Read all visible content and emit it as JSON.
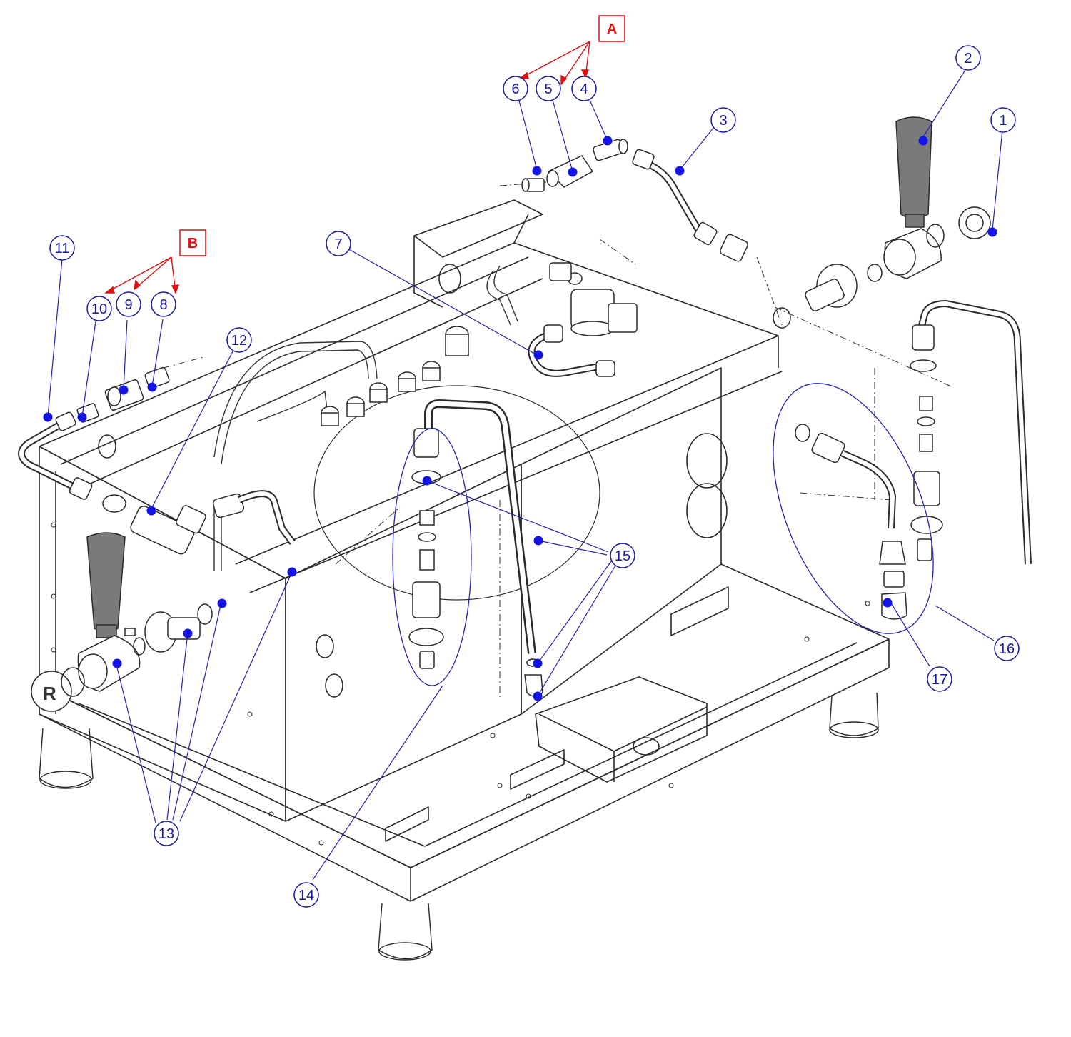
{
  "diagram": {
    "colors": {
      "line": "#2a2a2a",
      "leader": "#2323b0",
      "balloon": "#1a1aa0",
      "dot": "#1414e6",
      "group_box": "#e01010",
      "part_fill": "#7a7a7a"
    },
    "group_labels": [
      {
        "id": "A",
        "label": "A"
      },
      {
        "id": "B",
        "label": "B"
      }
    ],
    "callouts": [
      {
        "id": "1",
        "label": "1"
      },
      {
        "id": "2",
        "label": "2"
      },
      {
        "id": "3",
        "label": "3"
      },
      {
        "id": "4",
        "label": "4"
      },
      {
        "id": "5",
        "label": "5"
      },
      {
        "id": "6",
        "label": "6"
      },
      {
        "id": "7",
        "label": "7"
      },
      {
        "id": "8",
        "label": "8"
      },
      {
        "id": "9",
        "label": "9"
      },
      {
        "id": "10",
        "label": "10"
      },
      {
        "id": "11",
        "label": "11"
      },
      {
        "id": "12",
        "label": "12"
      },
      {
        "id": "13",
        "label": "13"
      },
      {
        "id": "14",
        "label": "14"
      },
      {
        "id": "15",
        "label": "15"
      },
      {
        "id": "16",
        "label": "16"
      },
      {
        "id": "17",
        "label": "17"
      }
    ],
    "knob_logo": "R"
  }
}
